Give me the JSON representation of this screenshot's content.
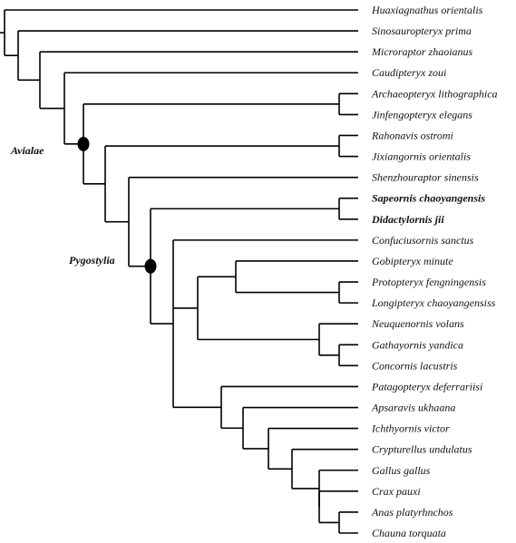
{
  "tree": {
    "taxa": [
      {
        "id": "huax",
        "label": "Huaxiagnathus orientalis"
      },
      {
        "id": "sino",
        "label": "Sinosauropteryx prima"
      },
      {
        "id": "micro",
        "label": "Microraptor zhaoianus"
      },
      {
        "id": "caud",
        "label": "Caudipteryx zoui"
      },
      {
        "id": "arch",
        "label": "Archaeopteryx lithographica"
      },
      {
        "id": "jinf",
        "label": "Jinfengopteryx elegans"
      },
      {
        "id": "raho",
        "label": "Rahonavis ostromi"
      },
      {
        "id": "jixi",
        "label": "Jixiangornis orientalis"
      },
      {
        "id": "shen",
        "label": "Shenzhouraptor sinensis"
      },
      {
        "id": "sape",
        "label": "Sapeornis chaoyangensis",
        "bold": true
      },
      {
        "id": "dida",
        "label": "Didactylornis jii",
        "bold": true
      },
      {
        "id": "conf",
        "label": "Confuciusornis sanctus"
      },
      {
        "id": "gobi",
        "label": "Gobipteryx minute"
      },
      {
        "id": "prot",
        "label": "Protopteryx fengningensis"
      },
      {
        "id": "long",
        "label": "Longipteryx chaoyangensiss"
      },
      {
        "id": "neuq",
        "label": "Neuquenornis volans"
      },
      {
        "id": "gath",
        "label": "Gathayornis yandica"
      },
      {
        "id": "conc",
        "label": "Concornis lacustris"
      },
      {
        "id": "pata",
        "label": "Patagopteryx deferrariisi"
      },
      {
        "id": "apsa",
        "label": "Apsaravis ukhaana"
      },
      {
        "id": "ichth",
        "label": "Ichthyornis victor"
      },
      {
        "id": "cryp",
        "label": "Crypturellus undulatus"
      },
      {
        "id": "gall",
        "label": "Gallus gallus"
      },
      {
        "id": "crax",
        "label": "Crax pauxi"
      },
      {
        "id": "anas",
        "label": "Anas platyrhnchos"
      },
      {
        "id": "chau",
        "label": "Chauna torquata"
      }
    ],
    "clades": [
      {
        "id": "avialae",
        "label": "Avialae"
      },
      {
        "id": "pygostylia",
        "label": "Pygostylia"
      }
    ],
    "topology": {
      "id": "root",
      "children": [
        {
          "leaf": "huax"
        },
        {
          "id": "n1",
          "children": [
            {
              "leaf": "sino"
            },
            {
              "id": "n2",
              "children": [
                {
                  "leaf": "micro"
                },
                {
                  "id": "n3",
                  "children": [
                    {
                      "leaf": "caud"
                    },
                    {
                      "id": "avialae",
                      "clade": "avialae",
                      "children": [
                        {
                          "id": "n5",
                          "children": [
                            {
                              "leaf": "arch"
                            },
                            {
                              "leaf": "jinf"
                            }
                          ]
                        },
                        {
                          "id": "n6",
                          "children": [
                            {
                              "id": "n7",
                              "children": [
                                {
                                  "leaf": "raho"
                                },
                                {
                                  "leaf": "jixi"
                                }
                              ]
                            },
                            {
                              "id": "n8",
                              "children": [
                                {
                                  "leaf": "shen"
                                },
                                {
                                  "id": "pygostylia",
                                  "clade": "pygostylia",
                                  "children": [
                                    {
                                      "id": "n10",
                                      "children": [
                                        {
                                          "leaf": "sape"
                                        },
                                        {
                                          "leaf": "dida"
                                        }
                                      ]
                                    },
                                    {
                                      "id": "n11",
                                      "children": [
                                        {
                                          "leaf": "conf"
                                        },
                                        {
                                          "id": "n12",
                                          "children": [
                                            {
                                              "id": "n13",
                                              "children": [
                                                {
                                                  "leaf": "gobi"
                                                },
                                                {
                                                  "id": "n14",
                                                  "children": [
                                                    {
                                                      "leaf": "prot"
                                                    },
                                                    {
                                                      "leaf": "long"
                                                    }
                                                  ]
                                                }
                                              ]
                                            },
                                            {
                                              "id": "n15",
                                              "children": [
                                                {
                                                  "leaf": "neuq"
                                                },
                                                {
                                                  "id": "n16",
                                                  "children": [
                                                    {
                                                      "leaf": "gath"
                                                    },
                                                    {
                                                      "leaf": "conc"
                                                    }
                                                  ]
                                                }
                                              ]
                                            }
                                          ]
                                        },
                                        {
                                          "id": "n17",
                                          "children": [
                                            {
                                              "leaf": "pata"
                                            },
                                            {
                                              "id": "n18",
                                              "children": [
                                                {
                                                  "leaf": "apsa"
                                                },
                                                {
                                                  "id": "n19",
                                                  "children": [
                                                    {
                                                      "leaf": "ichth"
                                                    },
                                                    {
                                                      "id": "n20",
                                                      "children": [
                                                        {
                                                          "leaf": "cryp"
                                                        },
                                                        {
                                                          "id": "n21",
                                                          "children": [
                                                            {
                                                              "leaf": "gall"
                                                            },
                                                            {
                                                              "id": "n22",
                                                              "children": [
                                                                {
                                                                  "leaf": "crax"
                                                                },
                                                                {
                                                                  "id": "n23",
                                                                  "children": [
                                                                    {
                                                                      "leaf": "anas"
                                                                    },
                                                                    {
                                                                      "leaf": "chau"
                                                                    }
                                                                  ]
                                                                }
                                                              ]
                                                            }
                                                          ]
                                                        }
                                                      ]
                                                    }
                                                  ]
                                                }
                                              ]
                                            }
                                          ]
                                        }
                                      ]
                                    }
                                  ]
                                }
                              ]
                            }
                          ]
                        }
                      ]
                    }
                  ]
                }
              ]
            }
          ]
        }
      ]
    }
  }
}
